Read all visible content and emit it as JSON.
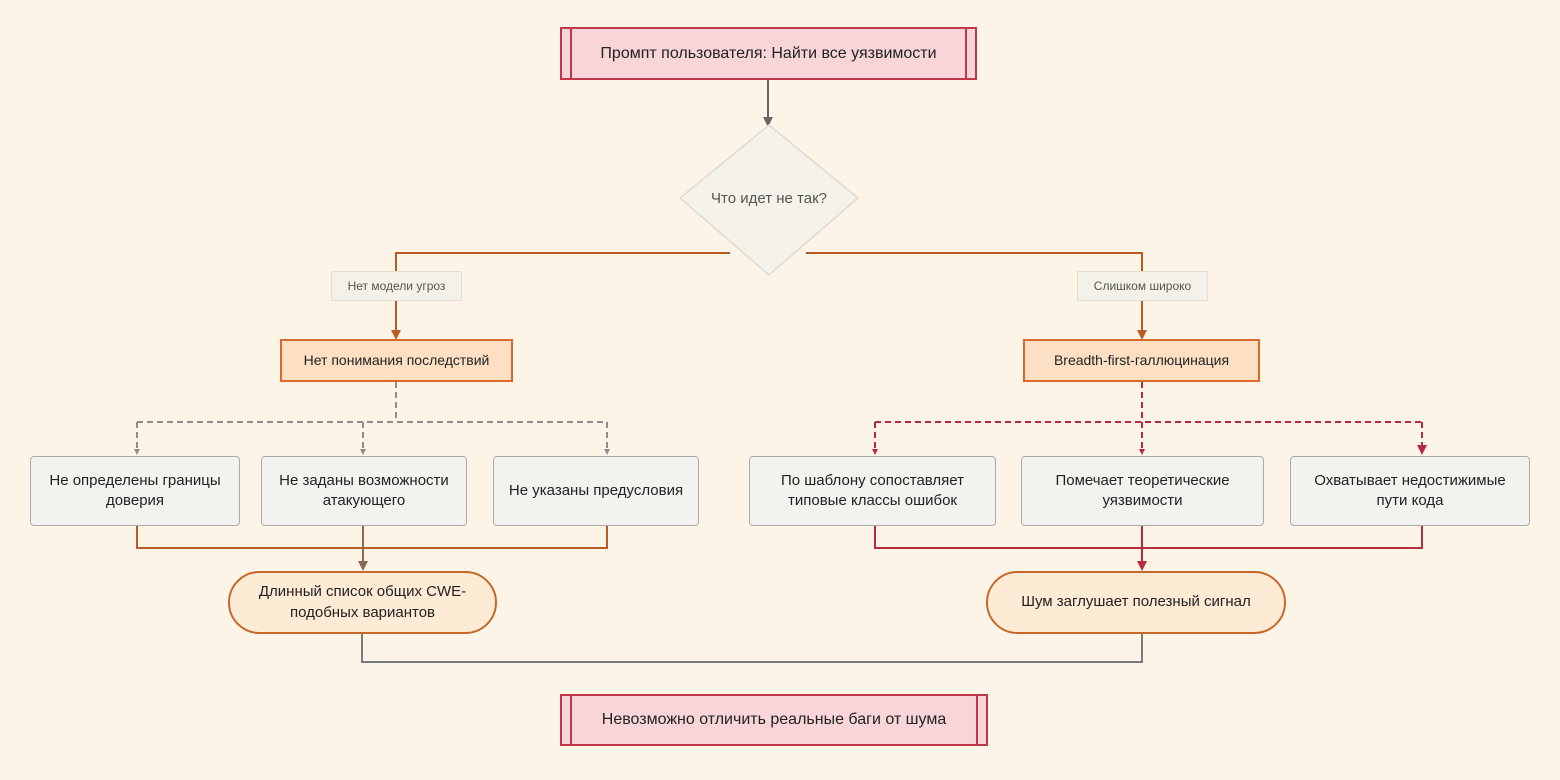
{
  "diagram": {
    "start_node": "Промпт пользователя: Найти все уязвимости",
    "decision": "Что идет не так?",
    "branch_left": {
      "edge_label": "Нет модели угроз",
      "cause": "Нет понимания последствий",
      "effects": [
        "Не определены границы доверия",
        "Не заданы возможности атакующего",
        "Не указаны предусловия"
      ],
      "result": "Длинный список общих CWE-подобных вариантов"
    },
    "branch_right": {
      "edge_label": "Слишком широко",
      "cause": "Breadth-first-галлюцинация",
      "effects": [
        "По шаблону сопоставляет типовые классы ошибок",
        "Помечает теоретические уязвимости",
        "Охватывает недостижимые пути кода"
      ],
      "result": "Шум заглушает полезный сигнал"
    },
    "end_node": "Невозможно отличить реальные баги от шума"
  },
  "colors": {
    "background": "#fdf4e8",
    "terminal_fill": "#f8d5d8",
    "terminal_border": "#c2364c",
    "orange_fill": "#fde0c3",
    "orange_border": "#d9692a",
    "gray_box_fill": "#f3f2ef",
    "gray_box_border": "#a9a9a9",
    "pill_fill": "#fdebd6",
    "pill_border": "#c6682a",
    "left_branch_line": "#b85c25",
    "right_branch_line": "#b52a3e",
    "neutral_line": "#7a7a7a",
    "decision_fill": "#f5f2ea"
  }
}
